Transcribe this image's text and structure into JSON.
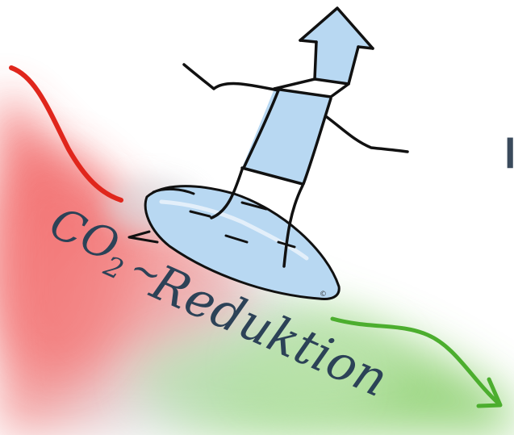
{
  "caption": {
    "co2": "CO",
    "subscript": "2",
    "tilde": "~",
    "reduction": "Reduktion"
  },
  "copyright": "©",
  "edge_text_fragment": "l",
  "colors": {
    "red_wash": "#ef3b3b",
    "red_arrow": "#e0261c",
    "green_wash": "#7cc95a",
    "green_arrow": "#4cae2e",
    "blue_fill": "#a9cdee",
    "ink": "#111111",
    "caption_ink": "#2c4257"
  },
  "icons": [
    "surfer-figure-icon",
    "surfboard-icon",
    "arrow-up-icon",
    "arrow-down-right-icon"
  ]
}
